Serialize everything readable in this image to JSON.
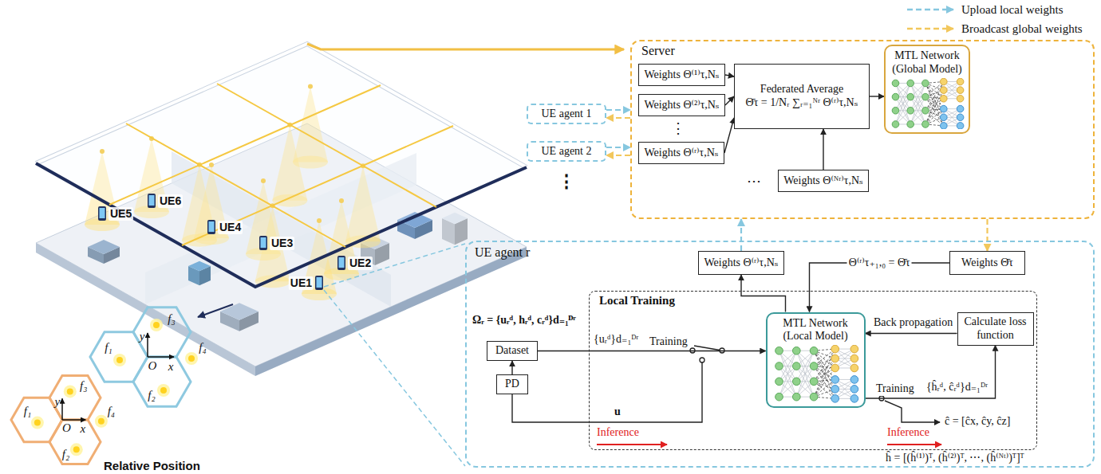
{
  "diagram": {
    "nodes": [
      {
        "text": [
          "Server"
        ]
      },
      {
        "text": [
          "Weights Θ⁽¹⁾τ,Nₛ"
        ],
        "in": 0
      },
      {
        "text": [
          "Weights Θ⁽²⁾τ,Nₛ"
        ],
        "in": 0
      },
      {
        "text": [
          "Weights Θ⁽ʳ⁾τ,Nₛ"
        ],
        "in": 0
      },
      {
        "text": [
          "Weights Θ⁽ᴺʳ⁾τ,Nₛ"
        ],
        "in": 0
      },
      {
        "text": [
          "Federated Average",
          "Θ̄τ = 1/Nᵣ ∑ᵣ₌₁ᴺʳ Θ⁽ʳ⁾τ,Nₛ"
        ],
        "in": 0
      },
      {
        "text": [
          "MTL Network (Global Model)"
        ],
        "in": 0
      },
      {
        "text": [
          "UE agent 1"
        ]
      },
      {
        "text": [
          "UE agent 2"
        ]
      },
      {
        "text": [
          "UE agent r"
        ]
      },
      {
        "text": [
          "Weights Θ⁽ʳ⁾τ,Nₛ"
        ],
        "in": 9
      },
      {
        "text": [
          "Weights Θ̄τ"
        ],
        "in": 9
      },
      {
        "text": [
          "Local Training"
        ],
        "in": 9
      },
      {
        "text": [
          "Dataset"
        ],
        "in": 9
      },
      {
        "text": [
          "PD"
        ],
        "in": 9
      },
      {
        "text": [
          "MTL Network (Local Model)"
        ],
        "in": 12
      },
      {
        "text": [
          "Calculate loss function"
        ],
        "in": 12
      }
    ],
    "edges": [
      {
        "from": 7,
        "to": 0,
        "arrow": "to"
      },
      {
        "from": 0,
        "to": 7,
        "arrow": "to"
      },
      {
        "from": 8,
        "to": 0,
        "arrow": "to"
      },
      {
        "from": 0,
        "to": 8,
        "arrow": "to"
      },
      {
        "from": 1,
        "to": 5,
        "arrow": "to"
      },
      {
        "from": 2,
        "to": 5,
        "arrow": "to"
      },
      {
        "from": 3,
        "to": 5,
        "arrow": "to"
      },
      {
        "from": 4,
        "to": 5,
        "arrow": "to"
      },
      {
        "from": 5,
        "to": 6,
        "arrow": "to"
      },
      {
        "from": 0,
        "to": 11,
        "arrow": "to"
      },
      {
        "from": 10,
        "to": 0,
        "arrow": "to"
      },
      {
        "from": 11,
        "to": 15,
        "label": "Θ⁽ʳ⁾τ₊₁,₀ = Θ̄τ",
        "arrow": "to"
      },
      {
        "from": 15,
        "to": 10,
        "arrow": "to"
      },
      {
        "from": 14,
        "to": 13,
        "arrow": "to"
      },
      {
        "from": 13,
        "to": 15,
        "label": "Training",
        "arrow": "to"
      },
      {
        "from": 16,
        "to": 15,
        "label": "Back propagation",
        "arrow": "to"
      },
      {
        "from": 15,
        "to": 16,
        "label": "Training",
        "arrow": "to"
      }
    ],
    "labels": [
      "UE1",
      "UE2",
      "UE3",
      "UE4",
      "UE5",
      "UE6",
      "f₁",
      "f₃",
      "f₄",
      "f₂",
      "x",
      "y",
      "O",
      "f₁",
      "f₃",
      "f₄",
      "f₂",
      "x",
      "y",
      "O",
      "Relative Position",
      "⋮",
      "⋯",
      "⋮",
      "Ωᵣ = {uᵣᵈ, hᵣᵈ, cᵣᵈ}d₌₁ᴰʳ",
      "{uᵣᵈ}d₌₁ᴰʳ",
      "u",
      "Inference",
      "{ĥᵣᵈ, ĉᵣᵈ}d₌₁ᴰʳ",
      "Inference",
      "ĉ = [ĉx, ĉy, ĉz]",
      "ĥ = [(ĥ⁽¹⁾)ᵀ, (ĥ⁽²⁾)ᵀ, ⋯, (ĥ⁽ᴺᵗ⁾)ᵀ]ᵀ"
    ],
    "legend": [
      {
        "text": "Upload local weights"
      },
      {
        "text": "Broadcast global weights"
      }
    ]
  }
}
